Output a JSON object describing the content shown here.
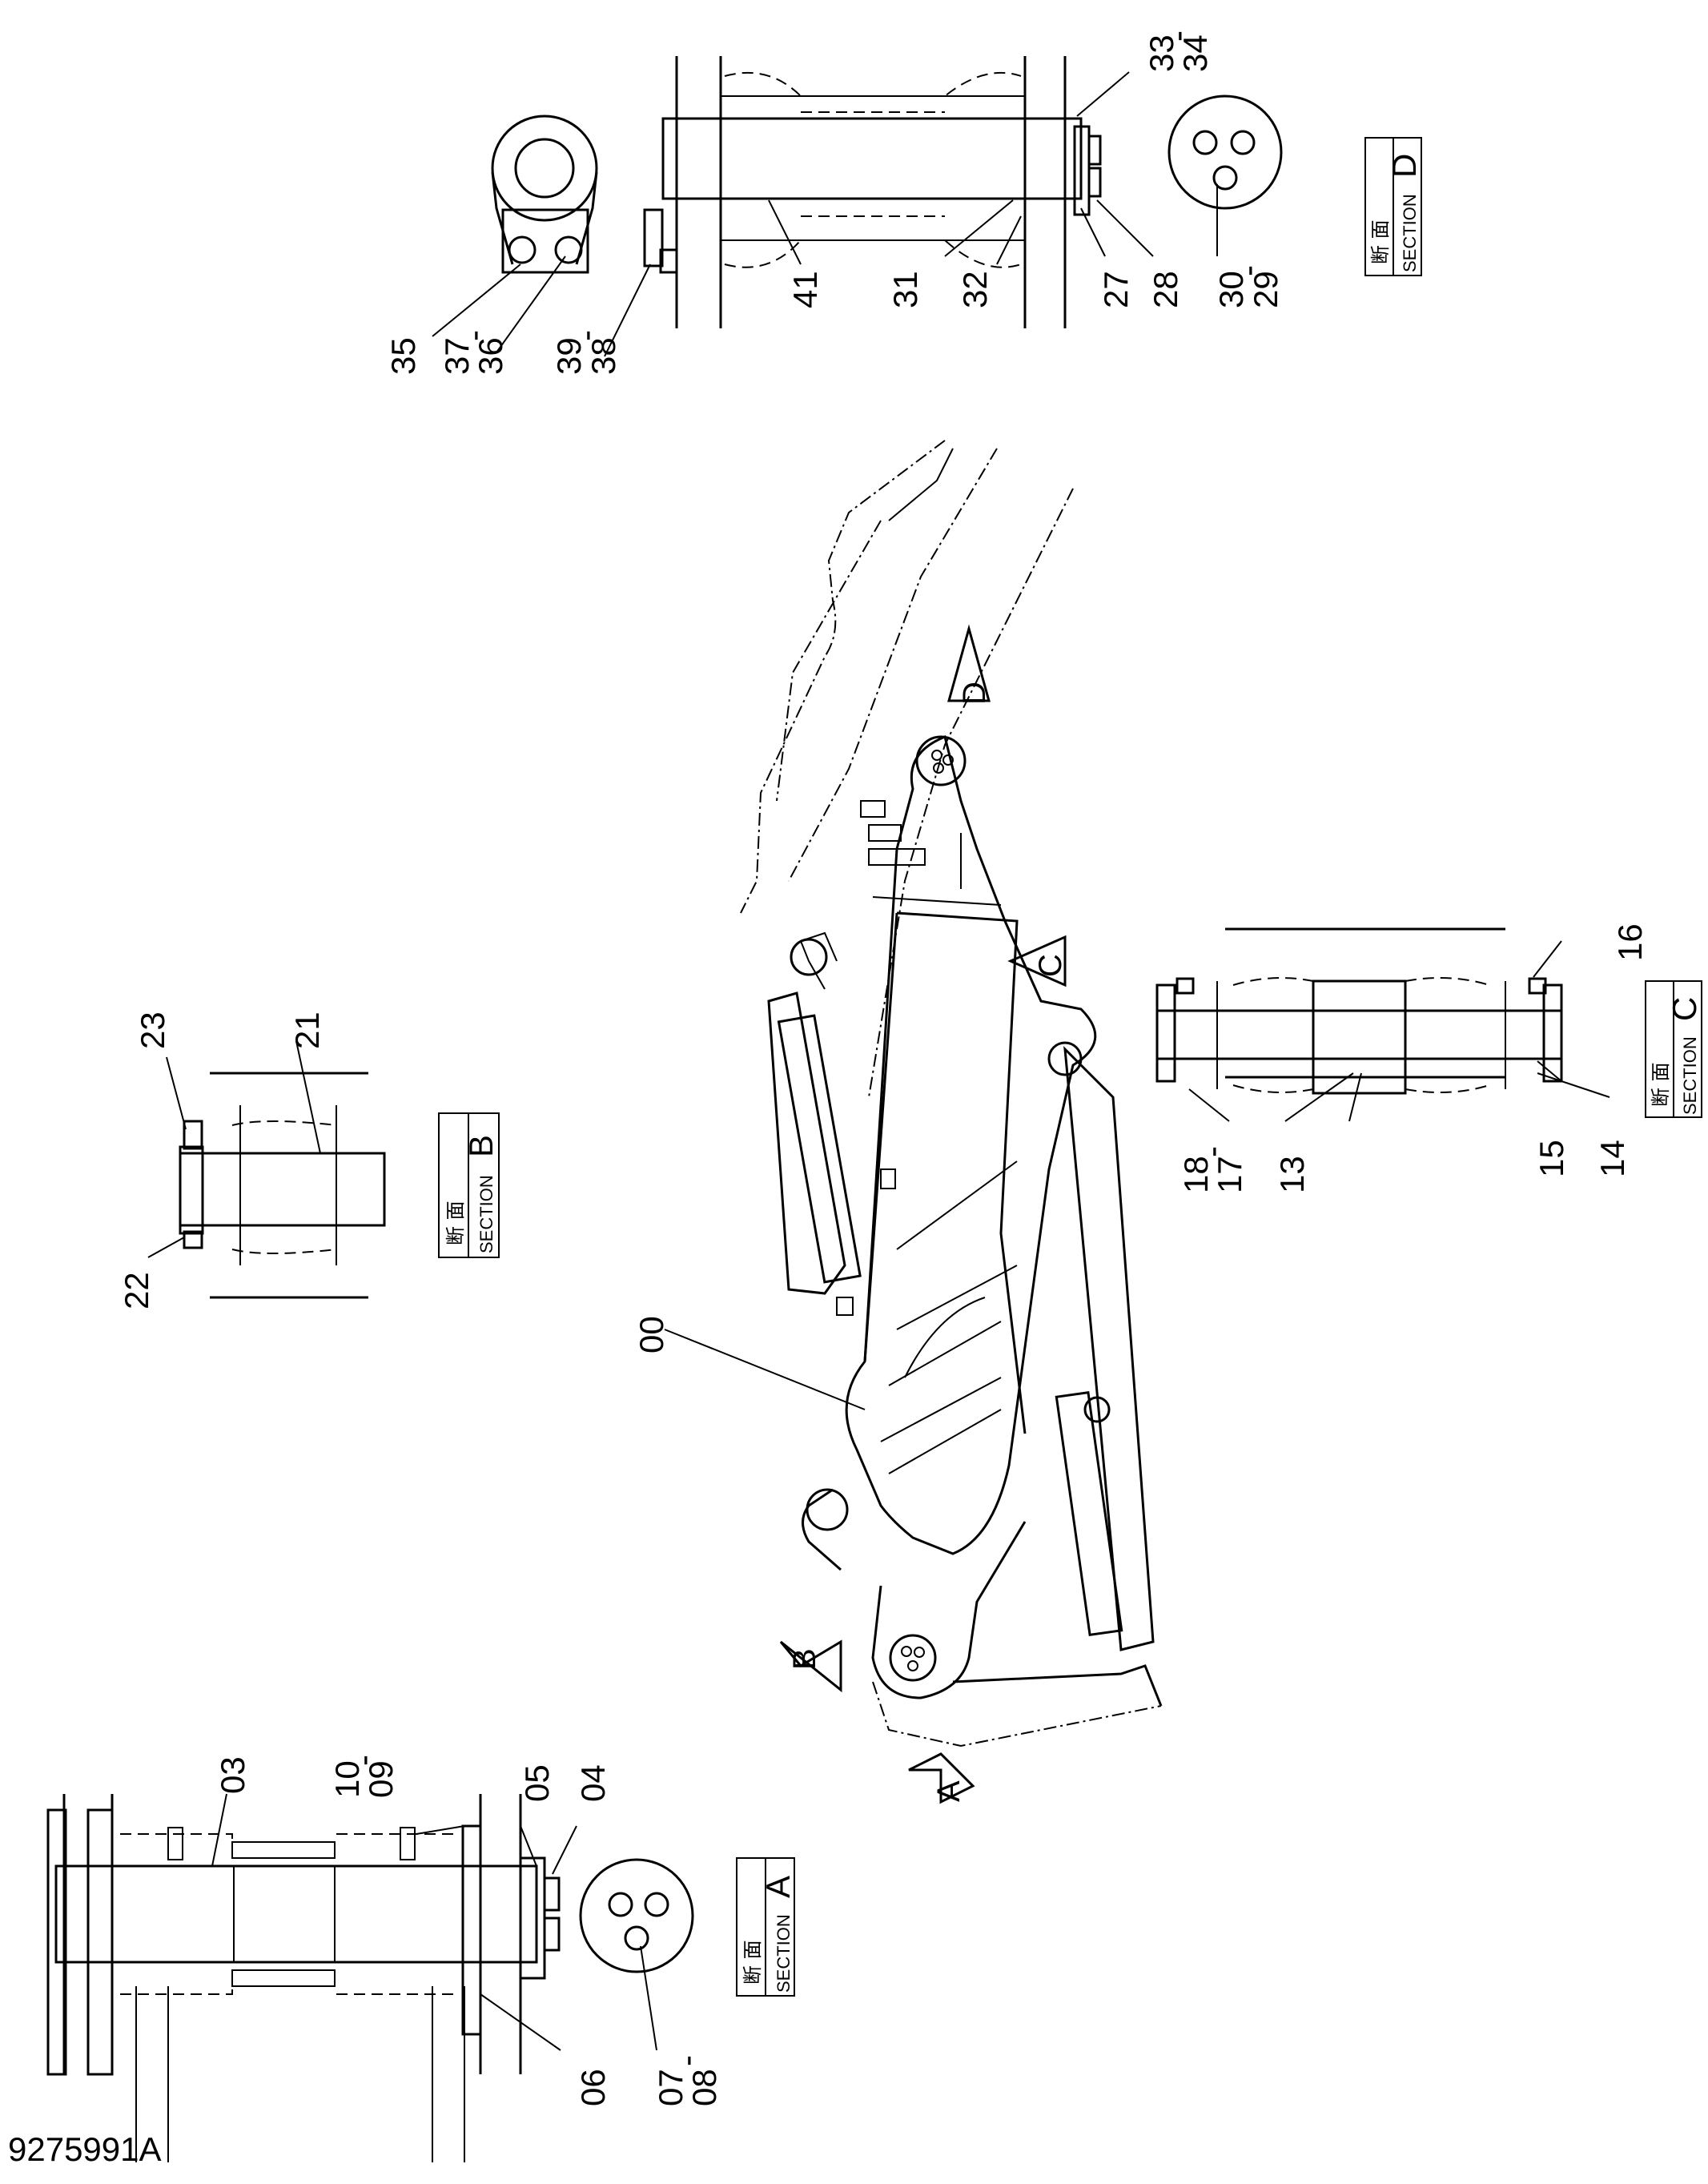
{
  "drawing_number": "9275991A",
  "main_part": "00",
  "sections": [
    {
      "jp": "断 面",
      "en": "SECTION",
      "letter": "A"
    },
    {
      "jp": "断 面",
      "en": "SECTION",
      "letter": "B"
    },
    {
      "jp": "断 面",
      "en": "SECTION",
      "letter": "C"
    },
    {
      "jp": "断 面",
      "en": "SECTION",
      "letter": "D"
    }
  ],
  "view_arrows": [
    "A",
    "B",
    "C",
    "D"
  ],
  "section_a_callouts": {
    "p03": "03",
    "p10": "10",
    "p09": "09",
    "p05": "05",
    "p04": "04",
    "p06": "06",
    "p07": "07",
    "p08": "08",
    "dash": "-"
  },
  "section_b_callouts": {
    "p23": "23",
    "p21": "21",
    "p22": "22"
  },
  "section_c_callouts": {
    "p16": "16",
    "p18": "18",
    "p17": "17",
    "p13": "13",
    "p15": "15",
    "p14": "14",
    "dash": "-"
  },
  "section_d_callouts": {
    "p33": "33",
    "p34": "34",
    "p35": "35",
    "p37": "37",
    "p36": "36",
    "p39": "39",
    "p38": "38",
    "p41": "41",
    "p31": "31",
    "p32": "32",
    "p27": "27",
    "p28": "28",
    "p30": "30",
    "p29": "29",
    "dash": "-"
  }
}
